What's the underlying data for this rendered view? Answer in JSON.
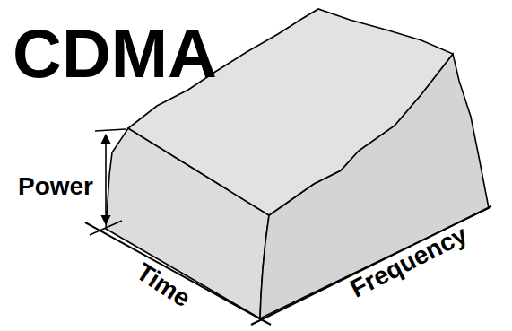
{
  "diagram": {
    "title": "CDMA",
    "labels": [
      "Power",
      "Time",
      "Frequency"
    ]
  }
}
